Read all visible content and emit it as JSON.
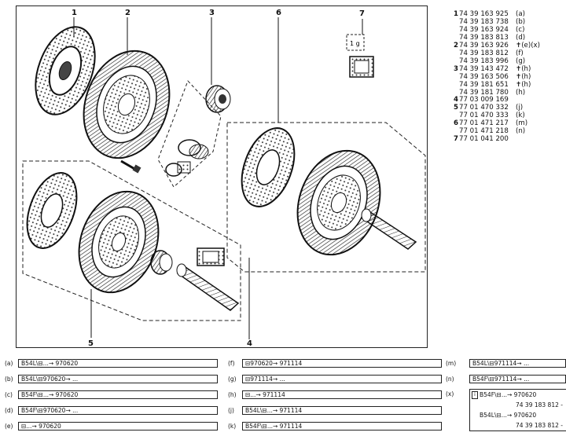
{
  "callouts": [
    "1",
    "2",
    "3",
    "4",
    "5",
    "6",
    "7"
  ],
  "grease_label": "1 g",
  "parts": [
    {
      "idx": "1",
      "num": "74 39 163 925",
      "code": "(a)"
    },
    {
      "idx": "",
      "num": "74 39 183 738",
      "code": "(b)"
    },
    {
      "idx": "",
      "num": "74 39 163 924",
      "code": "(c)"
    },
    {
      "idx": "",
      "num": "74 39 183 813",
      "code": "(d)"
    },
    {
      "idx": "2",
      "num": "74 39 163 926",
      "code": "✝(e)(x)"
    },
    {
      "idx": "",
      "num": "74 39 183 812",
      "code": "(f)"
    },
    {
      "idx": "",
      "num": "74 39 183 996",
      "code": "(g)"
    },
    {
      "idx": "3",
      "num": "74 39 143 472",
      "code": "✝(h)"
    },
    {
      "idx": "",
      "num": "74 39 163 506",
      "code": "✝(h)"
    },
    {
      "idx": "",
      "num": "74 39 181 651",
      "code": "✝(h)"
    },
    {
      "idx": "",
      "num": "74 39 181 780",
      "code": "(h)"
    },
    {
      "idx": "4",
      "num": "77 03 009 169",
      "code": ""
    },
    {
      "idx": "5",
      "num": "77 01 470 332",
      "code": "(j)"
    },
    {
      "idx": "",
      "num": "77 01 470 333",
      "code": "(k)"
    },
    {
      "idx": "6",
      "num": "77 01 471 217",
      "code": "(m)"
    },
    {
      "idx": "",
      "num": "77 01 471 218",
      "code": "(n)"
    },
    {
      "idx": "7",
      "num": "77 01 041 200",
      "code": ""
    }
  ],
  "legend_left": [
    {
      "key": "(a)",
      "text": "B54L\\⊟...→ 970620"
    },
    {
      "key": "(b)",
      "text": "B54L\\⊟970620→ ..."
    },
    {
      "key": "(c)",
      "text": "B54F\\⊟...→ 970620"
    },
    {
      "key": "(d)",
      "text": "B54F\\⊟970620→ ..."
    },
    {
      "key": "(e)",
      "text": "⊟...→ 970620"
    }
  ],
  "legend_mid": [
    {
      "key": "(f)",
      "text": "⊟970620→ 971114"
    },
    {
      "key": "(g)",
      "text": "⊟971114→ ..."
    },
    {
      "key": "(h)",
      "text": "⊟...→ 971114"
    },
    {
      "key": "(j)",
      "text": "B54L\\⊟...→ 971114"
    },
    {
      "key": "(k)",
      "text": "B54F\\⊟...→ 971114"
    }
  ],
  "legend_right": [
    {
      "key": "(m)",
      "text": "B54L\\⊟971114→ ..."
    },
    {
      "key": "(n)",
      "text": "B54F\\⊟971114→ ..."
    }
  ],
  "legend_x": {
    "key": "(x)",
    "line1": "B54F\\⊟...→ 970620",
    "line2": "74 39 183 812 -",
    "line3": "B54L\\⊟...→ 970620",
    "line4": "74 39 183 812 -"
  }
}
